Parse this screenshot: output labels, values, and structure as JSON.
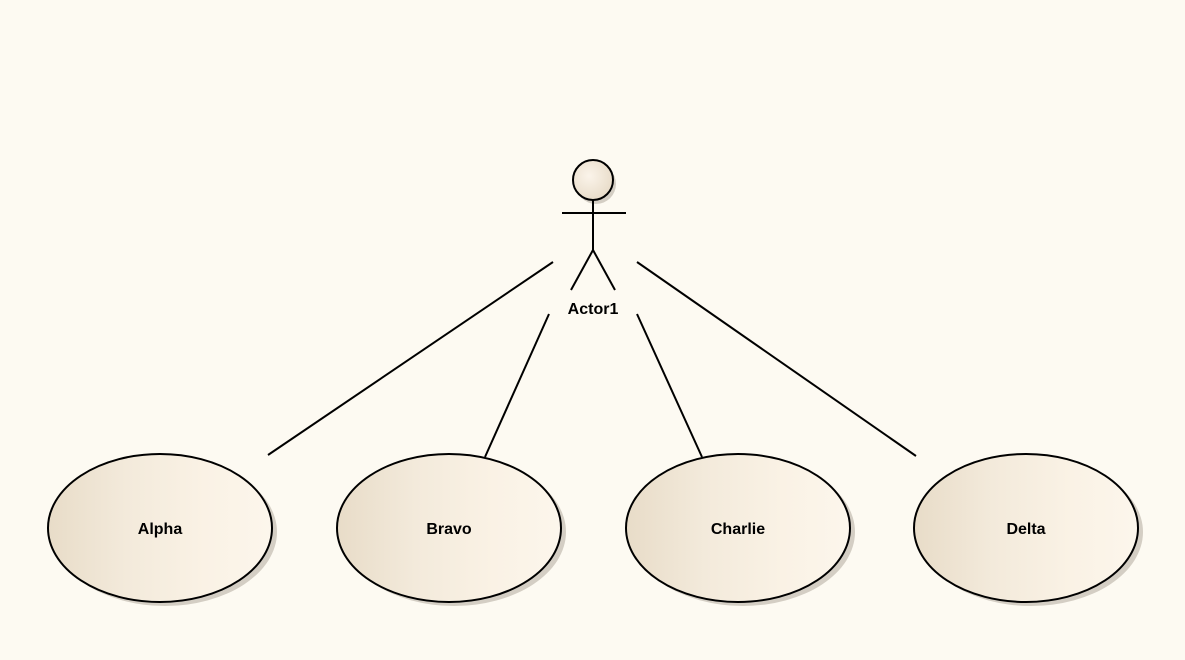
{
  "colors": {
    "background": "#fdfaf2",
    "ellipse_fill_light": "#fbf3e6",
    "ellipse_fill_dark": "#eadfcd",
    "stroke": "#000000",
    "shadow": "#c9c3b8"
  },
  "actor": {
    "name": "Actor1",
    "icon": "stick-figure-actor-icon"
  },
  "use_cases": [
    {
      "id": "alpha",
      "label": "Alpha"
    },
    {
      "id": "bravo",
      "label": "Bravo"
    },
    {
      "id": "charlie",
      "label": "Charlie"
    },
    {
      "id": "delta",
      "label": "Delta"
    }
  ]
}
